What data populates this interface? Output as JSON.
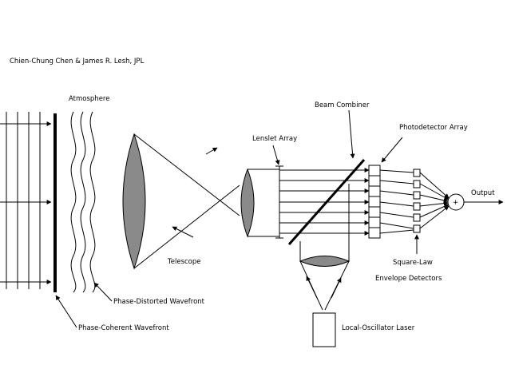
{
  "labels": {
    "authors": "Chien-Chung Chen & James R. Lesh, JPL",
    "atmosphere": "Atmosphere",
    "beam_combiner": "Beam Combiner",
    "photodetector_array": "Photodetector Array",
    "lenslet_array": "Lenslet Array",
    "output": "Output",
    "telescope": "Telescope",
    "square_law": "Square-Law",
    "envelope_detectors": "Envelope Detectors",
    "phase_distorted_wavefront": "Phase-Distorted Wavefront",
    "local_oscillator_laser": "Local-Oscillator Laser",
    "phase_coherent_wavefront": "Phase-Coherent Wavefront",
    "summer_symbol": "+"
  },
  "colors": {
    "line": "#000000",
    "lens_fill": "#8a8a8a",
    "background": "#ffffff"
  }
}
